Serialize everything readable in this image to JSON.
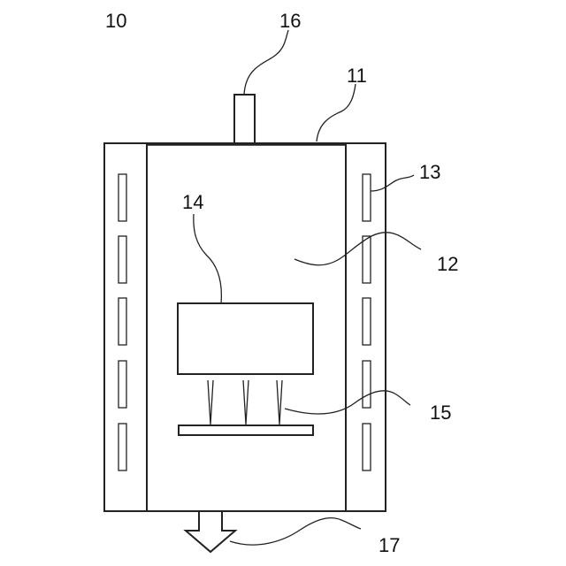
{
  "labels": {
    "device": "10",
    "lid": "11",
    "chamber": "12",
    "heater": "13",
    "block": "14",
    "needles": "15",
    "inlet": "16",
    "outlet": "17"
  },
  "colors": {
    "line": "#222222",
    "background": "#ffffff"
  }
}
